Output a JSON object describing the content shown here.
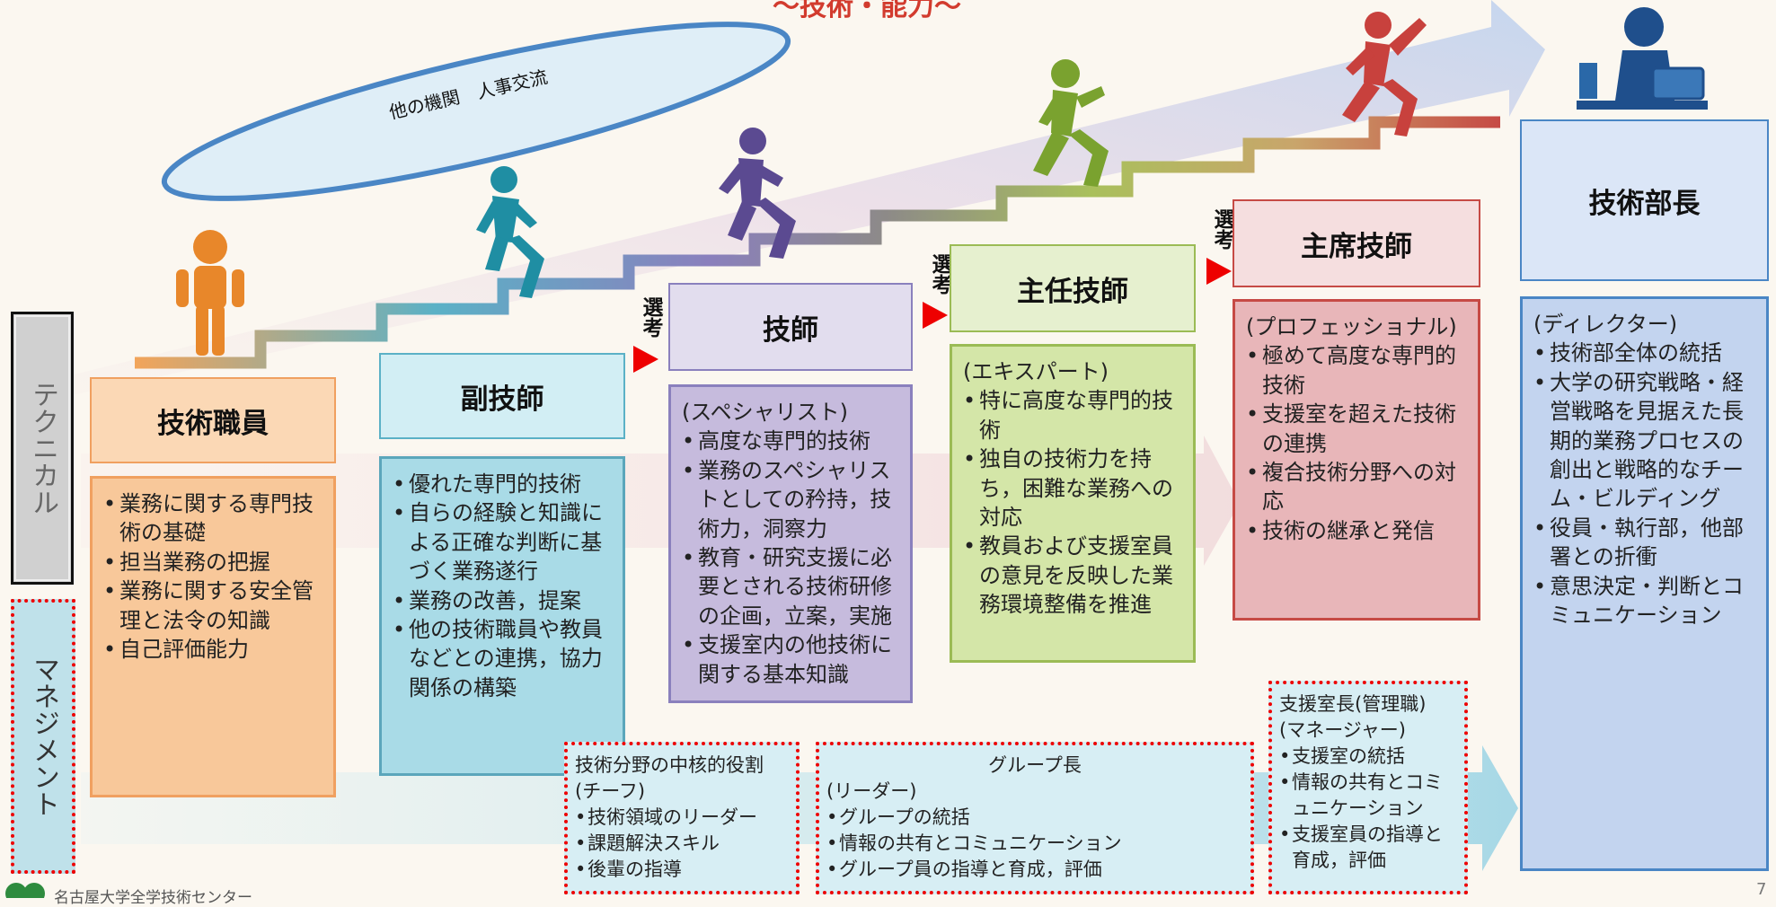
{
  "top_title": "～技術・能力～",
  "ellipse_label": "他の機関　人事交流",
  "side_labels": {
    "technical": "テクニカル",
    "management": "マネジメント"
  },
  "selection_label": "選考",
  "stages": [
    {
      "title": "技術職員",
      "items": [
        "業務に関する専門技術の基礎",
        "担当業務の把握",
        "業務に関する安全管理と法令の知識",
        "自己評価能力"
      ]
    },
    {
      "title": "副技師",
      "items": [
        "優れた専門的技術",
        "自らの経験と知識による正確な判断に基づく業務遂行",
        "業務の改善，提案",
        "他の技術職員や教員などとの連携，協力関係の構築"
      ]
    },
    {
      "title": "技師",
      "subtitle": "(スペシャリスト)",
      "items": [
        "高度な専門的技術",
        "業務のスペシャリストとしての矜持，技術力，洞察力",
        "教育・研究支援に必要とされる技術研修の企画，立案，実施",
        "支援室内の他技術に関する基本知識"
      ]
    },
    {
      "title": "主任技師",
      "subtitle": "(エキスパート)",
      "items": [
        "特に高度な専門的技術",
        "独自の技術力を持ち，困難な業務への対応",
        "教員および支援室員の意見を反映した業務環境整備を推進"
      ]
    },
    {
      "title": "主席技師",
      "subtitle": "(プロフェッショナル)",
      "items": [
        "極めて高度な専門的技術",
        "支援室を超えた技術の連携",
        "複合技術分野への対応",
        "技術の継承と発信"
      ]
    },
    {
      "title": "技術部長",
      "subtitle": "(ディレクター)",
      "items": [
        "技術部全体の統括",
        "大学の研究戦略・経営戦略を見据えた長期的業務プロセスの創出と戦略的なチーム・ビルディング",
        "役員・執行部，他部署との折衝",
        "意思決定・判断とコミュニケーション"
      ]
    }
  ],
  "management_roles": [
    {
      "title": "技術分野の中核的役割",
      "subtitle": "(チーフ)",
      "items": [
        "技術領域のリーダー",
        "課題解決スキル",
        "後輩の指導"
      ]
    },
    {
      "title": "グループ長",
      "subtitle": "(リーダー)",
      "items": [
        "グループの統括",
        "情報の共有とコミュニケーション",
        "グループ員の指導と育成，評価"
      ]
    },
    {
      "title": "支援室長(管理職)",
      "subtitle": "(マネージャー)",
      "items": [
        "支援室の統括",
        "情報の共有とコミュニケーション",
        "支援室員の指導と育成，評価"
      ]
    }
  ],
  "footer_text": "名古屋大学全学技術センター",
  "page_number": "7",
  "colors": {
    "stage1": "#fbd8b5",
    "stage1_box": "#f8c89a",
    "stage2": "#d2eef4",
    "stage2_box": "#a9dbe7",
    "stage3": "#e2ddee",
    "stage3_box": "#c6bbdd",
    "stage4": "#e6f0cf",
    "stage4_box": "#d4e6a8",
    "stage5": "#f5dedf",
    "stage5_box": "#e8b6b9",
    "stage6": "#dbe6f7",
    "stage6_box": "#c3d4ef",
    "dotted_border": "#e00000",
    "selection_arrow": "#e00000"
  },
  "icons": [
    "person-standing-icon",
    "person-running-icon",
    "person-running-icon",
    "person-running-icon",
    "person-climbing-icon",
    "director-at-desk-icon",
    "university-logo-icon"
  ]
}
